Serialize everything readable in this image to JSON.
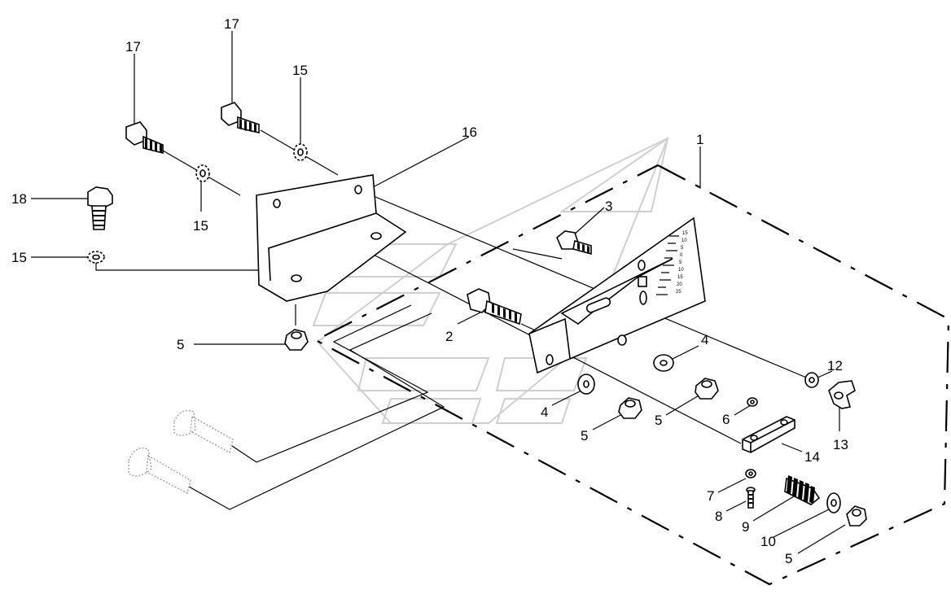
{
  "callouts": {
    "c17a": "17",
    "c17b": "17",
    "c15a": "15",
    "c16": "16",
    "c1": "1",
    "c3": "3",
    "c18": "18",
    "c15b": "15",
    "c15c": "15",
    "c2": "2",
    "c4a": "4",
    "c5a": "5",
    "c12": "12",
    "c4b": "4",
    "c5b": "5",
    "c5c": "5",
    "c6": "6",
    "c13": "13",
    "c14": "14",
    "c7": "7",
    "c8": "8",
    "c9": "9",
    "c10": "10",
    "c5d": "5"
  },
  "scale_marks": [
    "15",
    "10",
    "5",
    "0",
    "5",
    "10",
    "15",
    "20",
    "25"
  ]
}
